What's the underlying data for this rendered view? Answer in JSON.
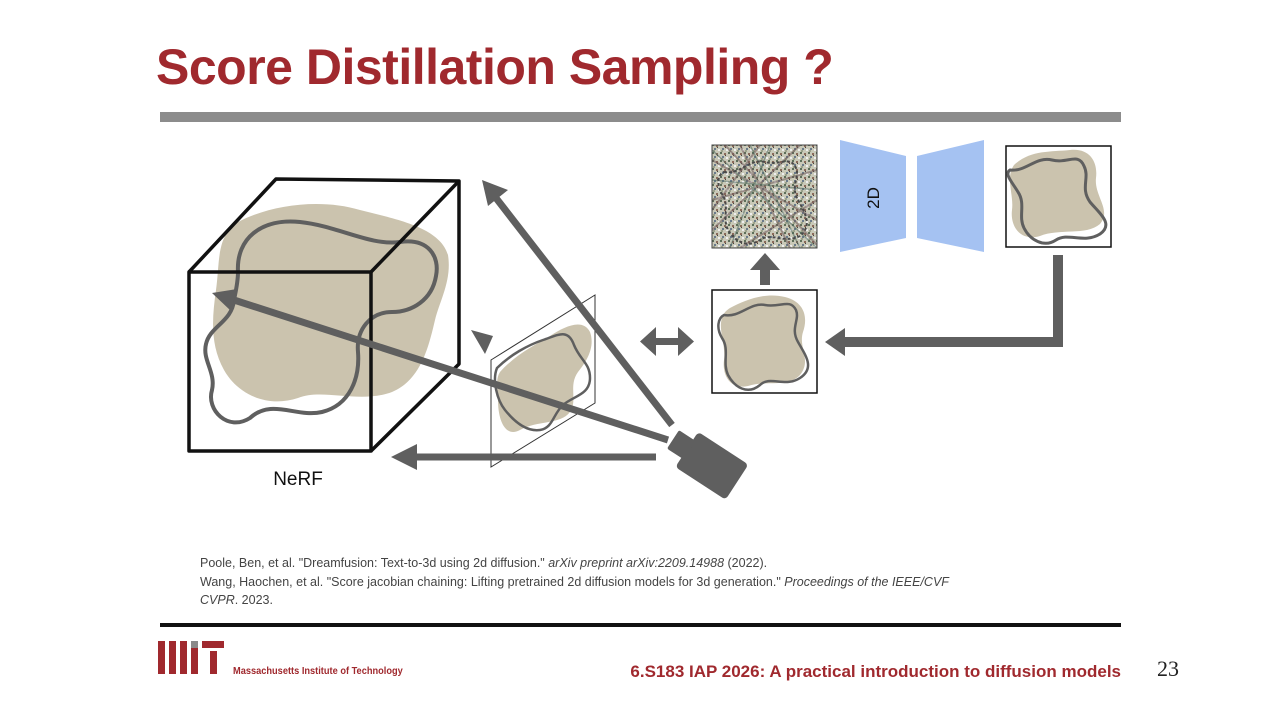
{
  "slide": {
    "title": "Score Distillation Sampling ?",
    "page_number": "23",
    "course": "6.S183 IAP 2026: A practical introduction to diffusion models",
    "institution": "Massachusetts Institute of Technology",
    "logo_text": "MIT"
  },
  "diagram": {
    "nerf_label": "NeRF",
    "model_label": "2D",
    "shape_color": "#cbc3ae",
    "arrow_color": "#5f5f5f",
    "model_color": "#a5c2f2"
  },
  "references": [
    {
      "authors": "Poole, Ben, et al. ",
      "title": "\"Dreamfusion: Text-to-3d using 2d diffusion.\" ",
      "venue": "arXiv preprint arXiv:2209.14988",
      "year": " (2022)."
    },
    {
      "authors": "Wang, Haochen, et al. ",
      "title": "\"Score jacobian chaining: Lifting pretrained 2d diffusion models for 3d generation.\" ",
      "venue": "Proceedings of the IEEE/CVF CVPR",
      "year": ". 2023."
    }
  ]
}
